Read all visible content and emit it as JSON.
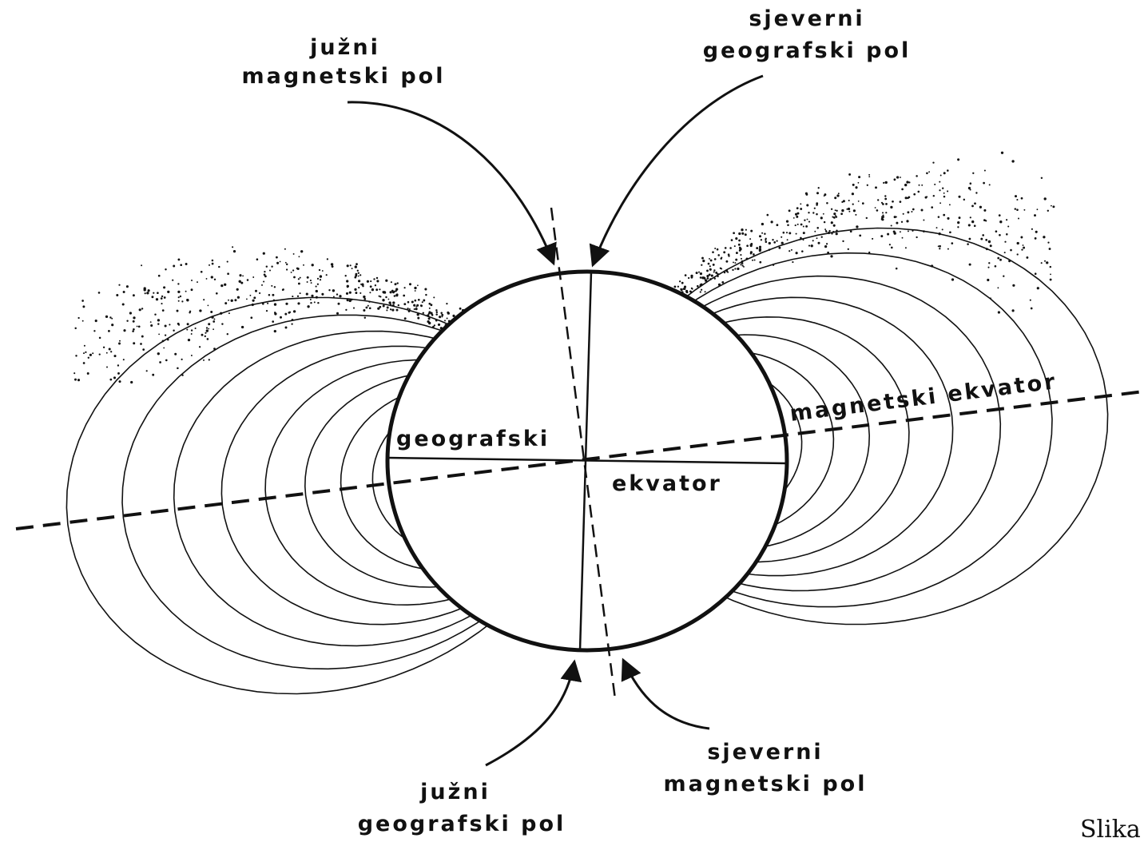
{
  "diagram": {
    "labels": {
      "south_magnetic_pole_top": [
        "južni",
        "magnetski pol"
      ],
      "north_geographic_pole_top": [
        "sjeverni",
        "geografski pol"
      ],
      "geographic_equator_left": "geografski",
      "geographic_equator_right": "ekvator",
      "magnetic_equator": "magnetski ekvator",
      "south_geographic_pole_bottom": [
        "južni",
        "geografski pol"
      ],
      "north_magnetic_pole_bottom": [
        "sjeverni",
        "magnetski pol"
      ]
    },
    "caption": "Slika"
  },
  "colors": {
    "ink": "#111111",
    "background": "#ffffff"
  }
}
